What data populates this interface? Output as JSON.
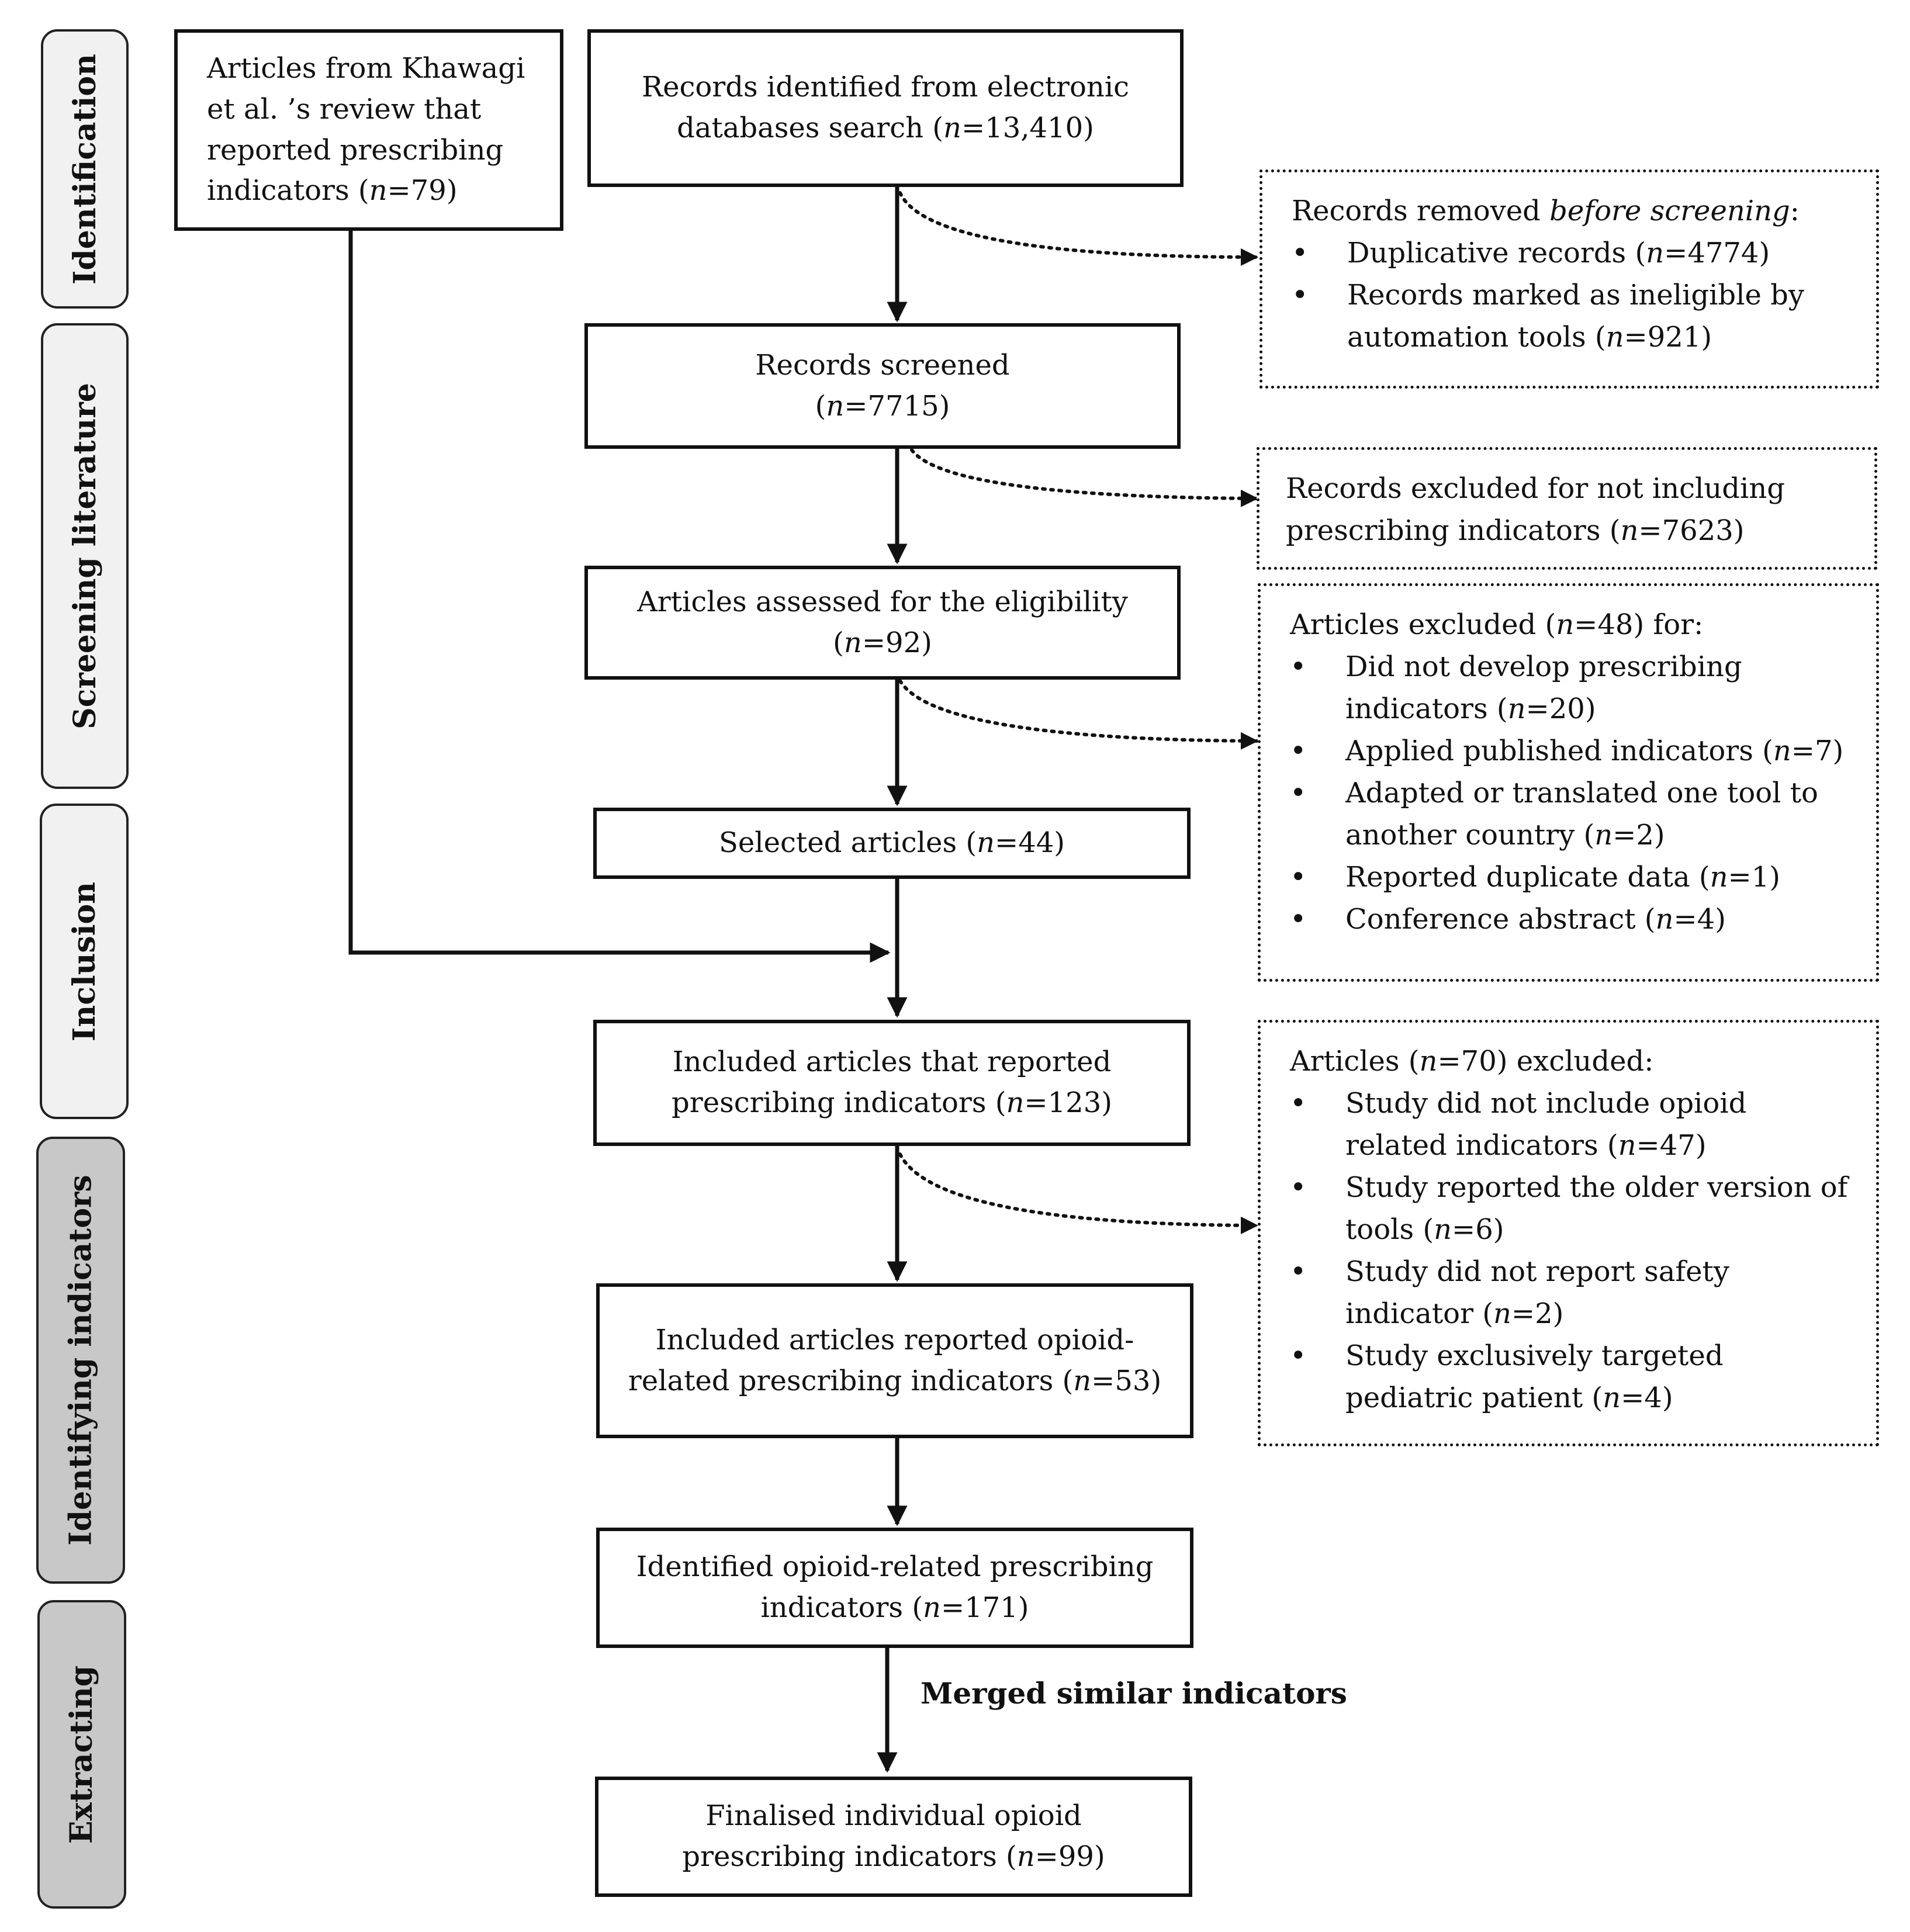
{
  "phases": [
    {
      "label": "Identification"
    },
    {
      "label": "Screening literature"
    },
    {
      "label": "Inclusion"
    },
    {
      "label": "Identifying indicators"
    },
    {
      "label": "Extracting"
    }
  ],
  "boxes": {
    "khawagi": {
      "lines": [
        "Articles from Khawagi",
        "et al. ’s review that",
        "reported prescribing"
      ],
      "last_pre": "indicators (",
      "last_n": "n",
      "last_post": "=79)"
    },
    "identified": {
      "line1": "Records identified from electronic",
      "pre": "databases search (",
      "n": "n",
      "post": "=13,410)"
    },
    "screened": {
      "line1": "Records screened",
      "pre": "(",
      "n": "n",
      "post": "=7715)"
    },
    "assessed": {
      "line1": "Articles assessed for the eligibility",
      "pre": "(",
      "n": "n",
      "post": "=92)"
    },
    "selected": {
      "pre": "Selected articles (",
      "n": "n",
      "post": "=44)"
    },
    "included": {
      "line1": "Included articles that reported",
      "pre": "prescribing indicators (",
      "n": "n",
      "post": "=123)"
    },
    "opioid_articles": {
      "line1": "Included articles reported opioid-",
      "pre": "related prescribing indicators (",
      "n": "n",
      "post": "=53)"
    },
    "identified_indicators": {
      "line1": "Identified opioid-related prescribing",
      "pre": "indicators (",
      "n": "n",
      "post": "=171)"
    },
    "finalised": {
      "line1": "Finalised individual opioid",
      "pre": "prescribing indicators (",
      "n": "n",
      "post": "=99)"
    }
  },
  "exclusions": {
    "removed": {
      "heading_pre": "Records removed ",
      "heading_em": "before screening",
      "heading_post": ":",
      "items": [
        {
          "lines": [
            {
              "pre": "Duplicative records (",
              "n": "n",
              "post": "=4774)"
            }
          ]
        },
        {
          "lines": [
            {
              "pre": "Records marked as ineligible by",
              "n": "",
              "post": ""
            },
            {
              "pre": "automation tools (",
              "n": "n",
              "post": "=921)"
            }
          ]
        }
      ]
    },
    "not_including": {
      "line1": "Records excluded for not including",
      "pre": "prescribing indicators (",
      "n": "n",
      "post": "=7623)"
    },
    "articles48": {
      "heading_pre": "Articles excluded (",
      "heading_n": "n",
      "heading_post": "=48) for:",
      "items": [
        {
          "lines": [
            {
              "pre": "Did not develop prescribing",
              "n": "",
              "post": ""
            },
            {
              "pre": "indicators (",
              "n": "n",
              "post": "=20)"
            }
          ]
        },
        {
          "lines": [
            {
              "pre": "Applied published indicators (",
              "n": "n",
              "post": "=7)"
            }
          ]
        },
        {
          "lines": [
            {
              "pre": "Adapted or translated one tool to",
              "n": "",
              "post": ""
            },
            {
              "pre": "another country (",
              "n": "n",
              "post": "=2)"
            }
          ]
        },
        {
          "lines": [
            {
              "pre": "Reported duplicate data (",
              "n": "n",
              "post": "=1)"
            }
          ]
        },
        {
          "lines": [
            {
              "pre": "Conference abstract (",
              "n": "n",
              "post": "=4)"
            }
          ]
        }
      ]
    },
    "articles70": {
      "heading_pre": "Articles (",
      "heading_n": "n",
      "heading_post": "=70) excluded:",
      "items": [
        {
          "lines": [
            {
              "pre": "Study did not include opioid",
              "n": "",
              "post": ""
            },
            {
              "pre": "related indicators (",
              "n": "n",
              "post": "=47)"
            }
          ]
        },
        {
          "lines": [
            {
              "pre": "Study reported the older version of",
              "n": "",
              "post": ""
            },
            {
              "pre": "tools (",
              "n": "n",
              "post": "=6)"
            }
          ]
        },
        {
          "lines": [
            {
              "pre": "Study did not report safety",
              "n": "",
              "post": ""
            },
            {
              "pre": "indicator (",
              "n": "n",
              "post": "=2)"
            }
          ]
        },
        {
          "lines": [
            {
              "pre": "Study exclusively targeted",
              "n": "",
              "post": ""
            },
            {
              "pre": "pediatric patient (",
              "n": "n",
              "post": "=4)"
            }
          ]
        }
      ]
    }
  },
  "merged_label": "Merged similar indicators"
}
